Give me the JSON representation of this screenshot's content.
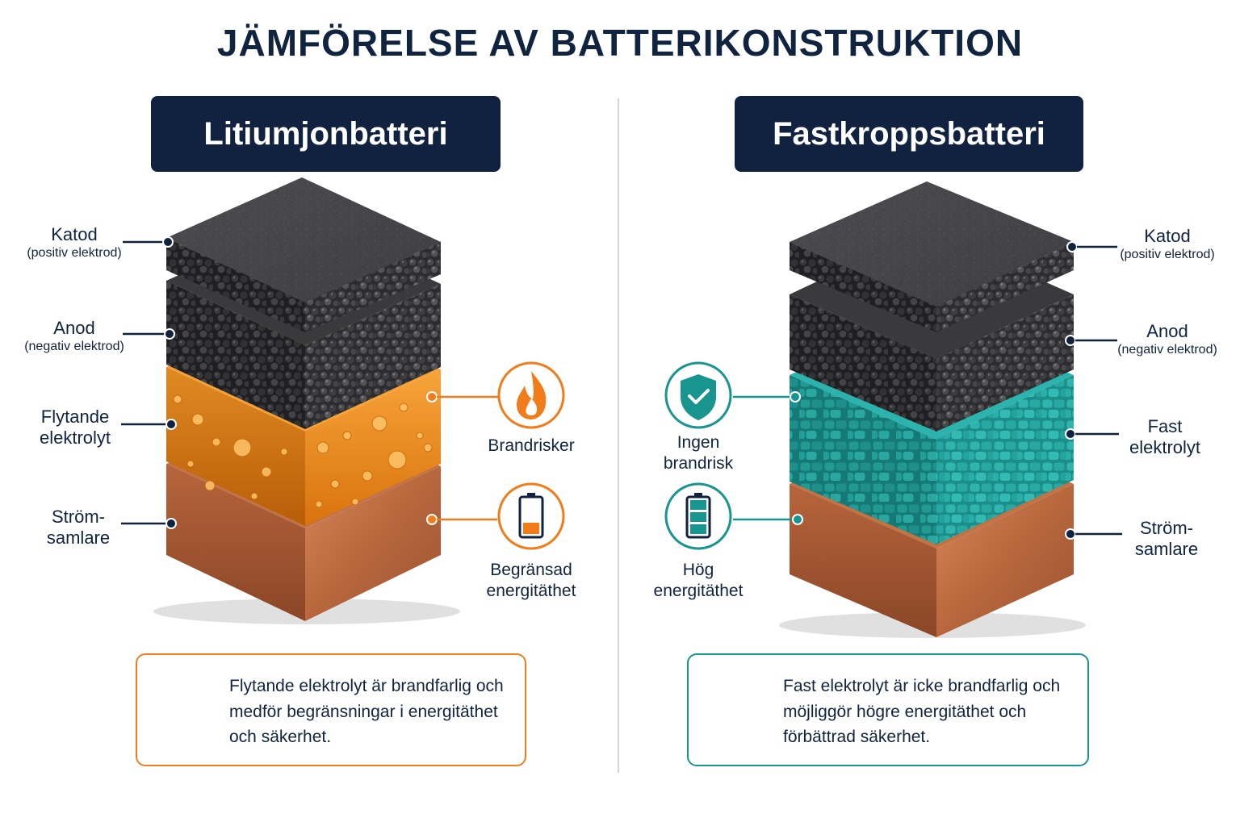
{
  "title": "JÄMFÖRELSE AV BATTERIKONSTRUKTION",
  "colors": {
    "navy": "#10223f",
    "orange": "#f07c1a",
    "teal": "#17958e",
    "divider": "#d6d6d6"
  },
  "left": {
    "heading": "Litiumjonbatteri",
    "layers": {
      "katod": {
        "name": "Katod",
        "sub": "(positiv elektrod)"
      },
      "anod": {
        "name": "Anod",
        "sub": "(negativ elektrod)"
      },
      "elektrolyt": {
        "name": "Flytande elektrolyt"
      },
      "samlare": {
        "name": "Ström-samlare"
      }
    },
    "features": [
      {
        "icon": "flame-icon",
        "label": "Brandrisker"
      },
      {
        "icon": "battery-low-icon",
        "label": "Begränsad energitäthet"
      }
    ],
    "note": {
      "icon": "warning-icon",
      "text": "Flytande elektrolyt är brandfarlig och medför begränsningar i energitäthet och säkerhet."
    }
  },
  "right": {
    "heading": "Fastkroppsbatteri",
    "layers": {
      "katod": {
        "name": "Katod",
        "sub": "(positiv elektrod)"
      },
      "anod": {
        "name": "Anod",
        "sub": "(negativ elektrod)"
      },
      "elektrolyt": {
        "name": "Fast elektrolyt"
      },
      "samlare": {
        "name": "Ström-samlare"
      }
    },
    "features": [
      {
        "icon": "shield-check-icon",
        "label": "Ingen brandrisk"
      },
      {
        "icon": "battery-full-icon",
        "label": "Hög energitäthet"
      }
    ],
    "note": {
      "icon": "shield-check-icon",
      "text": "Fast elektrolyt är icke brandfarlig och möjliggör högre energitäthet och förbättrad säkerhet."
    }
  }
}
